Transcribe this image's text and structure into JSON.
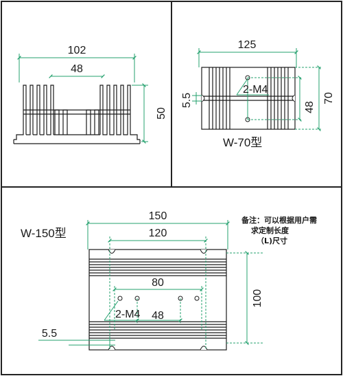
{
  "panels": {
    "profile": {
      "dim_overall_width": "102",
      "dim_inner_width": "48",
      "dim_height": "50"
    },
    "w70": {
      "title": "W-70型",
      "dim_width": "125",
      "dim_hole_spacing": "48",
      "dim_height": "70",
      "dim_slot": "5.5",
      "hole_label": "2-M4"
    },
    "w150": {
      "title": "W-150型",
      "dim_width": "150",
      "dim_slot_spacing": "120",
      "dim_hole_spacing_x": "80",
      "dim_hole_spacing_y": "48",
      "dim_height": "100",
      "dim_slot": "5.5",
      "hole_label": "2-M4",
      "note_line1": "备注：可以根据用户需",
      "note_line2": "求定制长度",
      "note_line3": "（L)尺寸"
    }
  },
  "colors": {
    "dimension": "#23a06e",
    "outline": "#1a1a1a",
    "frame": "#222222"
  }
}
